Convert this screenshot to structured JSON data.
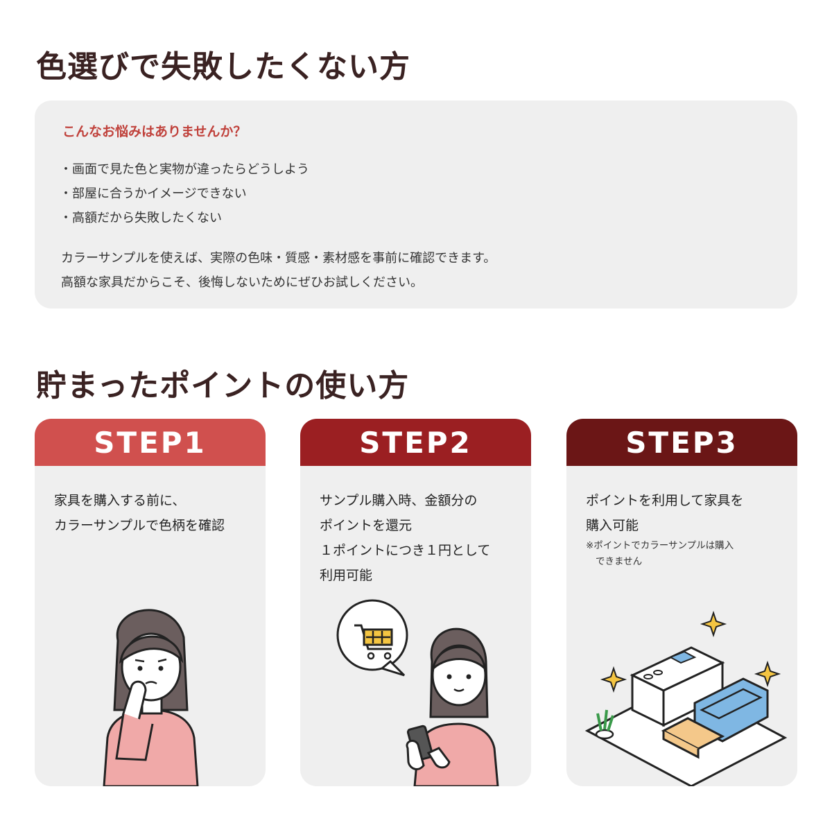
{
  "section1": {
    "title": "色選びで失敗したくない方",
    "heading": "こんなお悩みはありませんか？",
    "items": [
      "・画面で見た色と実物が違ったらどうしよう",
      "・部屋に合うかイメージできない",
      "・高額だから失敗したくない"
    ],
    "para": [
      "カラーサンプルを使えば、実際の色味・質感・素材感を事前に確認できます。",
      "高額な家具だからこそ、後悔しないためにぜひお試しください。"
    ]
  },
  "section2": {
    "title": "貯まったポイントの使い方",
    "steps": [
      {
        "label": "STEP1",
        "lines": [
          "家具を購入する前に、",
          "カラーサンプルで色柄を確認"
        ],
        "notes": [],
        "color": "#d0504e",
        "icon": "thinking-woman-icon"
      },
      {
        "label": "STEP2",
        "lines": [
          "サンプル購入時、金額分の",
          "ポイントを還元",
          "１ポイントにつき１円として",
          "利用可能"
        ],
        "notes": [],
        "color": "#9b1f22",
        "icon": "woman-shopping-phone-icon"
      },
      {
        "label": "STEP3",
        "lines": [
          "ポイントを利用して家具を",
          "購入可能"
        ],
        "notes": [
          "※ポイントでカラーサンプルは購入",
          "できません"
        ],
        "color": "#6b1616",
        "icon": "furnished-room-icon"
      }
    ]
  }
}
